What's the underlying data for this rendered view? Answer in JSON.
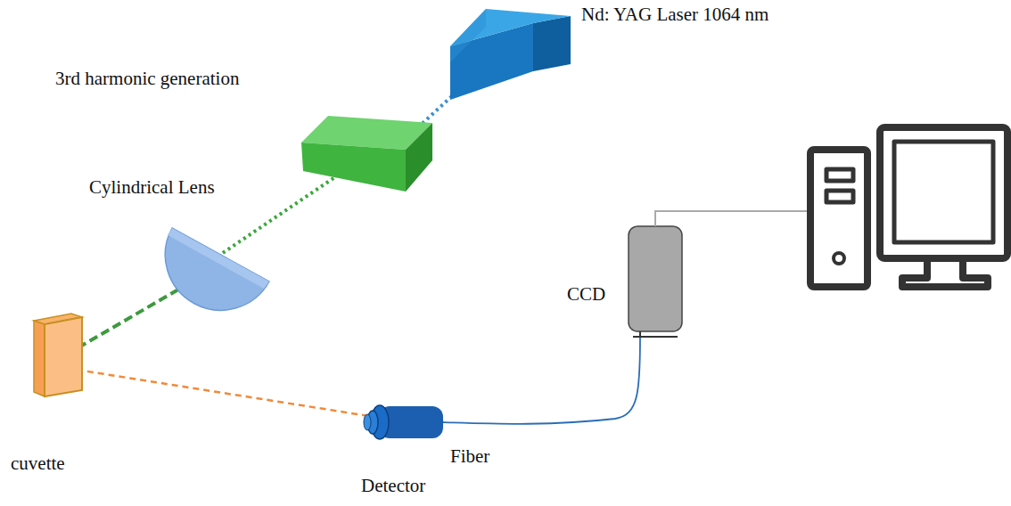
{
  "diagram": {
    "labels": [
      "Nd: YAG Laser 1064 nm",
      "3rd harmonic generation",
      "Cylindrical Lens",
      "CCD",
      "cuvette",
      "Fiber",
      "Detector"
    ]
  }
}
